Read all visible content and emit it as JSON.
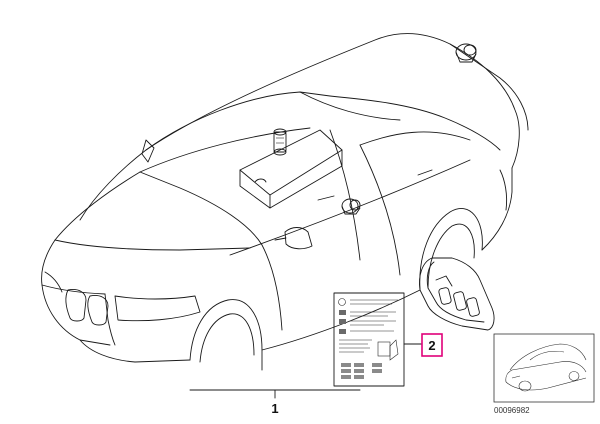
{
  "callouts": [
    {
      "number": "1",
      "highlighted": false
    },
    {
      "number": "2",
      "highlighted": true
    }
  ],
  "image_code": "00096982",
  "colors": {
    "highlight_box": "#e0007a",
    "line": "#1a1a1a",
    "key_fill": "#c9c9c9",
    "background": "#ffffff"
  },
  "icons": [
    "car-outline",
    "sensor-unit",
    "remote-key",
    "instruction-leaflet",
    "thumbnail-car"
  ]
}
